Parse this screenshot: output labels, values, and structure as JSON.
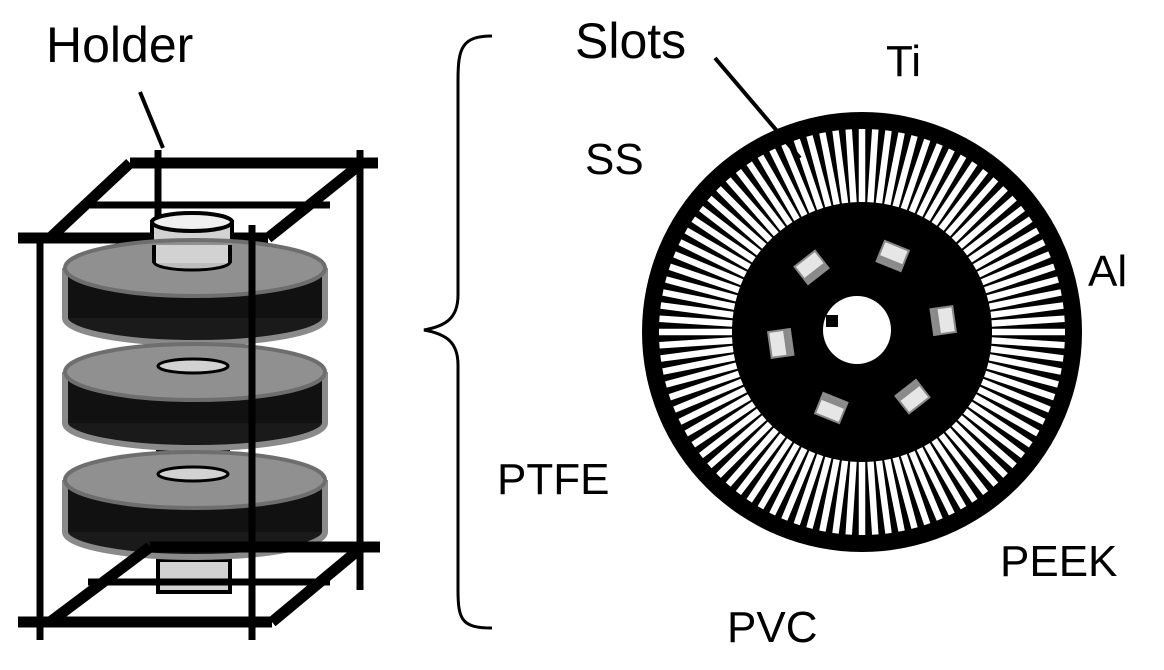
{
  "labels": {
    "holder": "Holder",
    "slots": "Slots",
    "ti": "Ti",
    "ss": "SS",
    "al": "Al",
    "ptfe": "PTFE",
    "peek": "PEEK",
    "pvc": "PVC"
  },
  "colors": {
    "ink": "#000000",
    "disc_rim": "#8a8a8a",
    "shaft": "#d2d2d2",
    "slot_fill": "#ffffff"
  },
  "slot_count": 96,
  "sample_count": 6
}
